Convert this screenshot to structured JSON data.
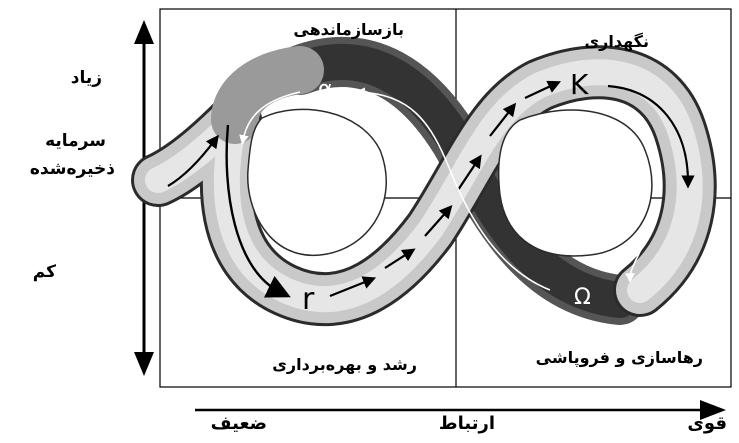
{
  "left_axis": {
    "high_label": "زیاد",
    "title_line1": "سرمایه",
    "title_line2": "ذخیره‌شده",
    "low_label": "کم"
  },
  "bottom_axis": {
    "low_label": "ضعیف",
    "title": "ارتباط",
    "high_label": "قوی"
  },
  "quadrants": {
    "top_left": "بازسازماندهی",
    "top_right": "نگهداری",
    "bottom_left": "رشد و بهره‌برداری",
    "bottom_right": "رهاسازی و فروپاشی"
  },
  "cycle_symbols": {
    "alpha": "α",
    "k": "K",
    "r": "r",
    "omega": "Ω"
  }
}
